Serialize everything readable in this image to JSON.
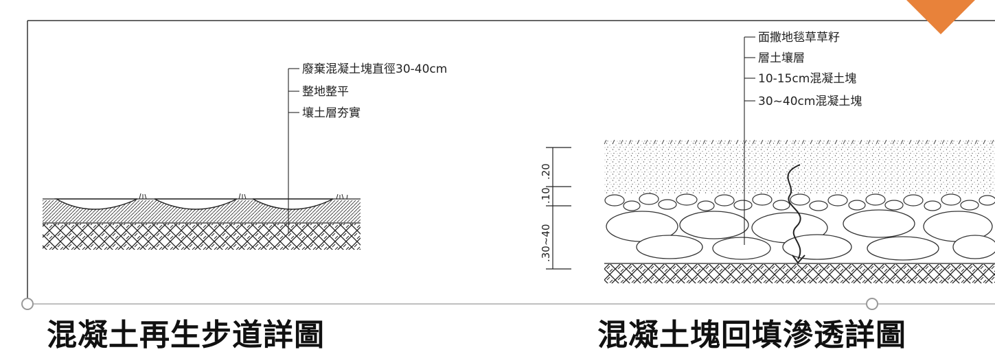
{
  "left_detail": {
    "callouts": [
      "廢棄混凝土塊直徑30-40cm",
      "整地整平",
      "壤土層夯實"
    ],
    "caption": "混凝土再生步道詳圖"
  },
  "right_detail": {
    "callouts": [
      "面撒地毯草草籽",
      "層土壤層",
      "10-15cm混凝土塊",
      "30~40cm混凝土塊"
    ],
    "dimensions": {
      "top_layer": ".20",
      "middle_layer": ".10",
      "bottom_layer": ".30~40"
    },
    "caption": "混凝土塊回填滲透詳圖"
  },
  "colors": {
    "accent": "#E8823A",
    "line": "#222222",
    "frame": "#333333"
  }
}
